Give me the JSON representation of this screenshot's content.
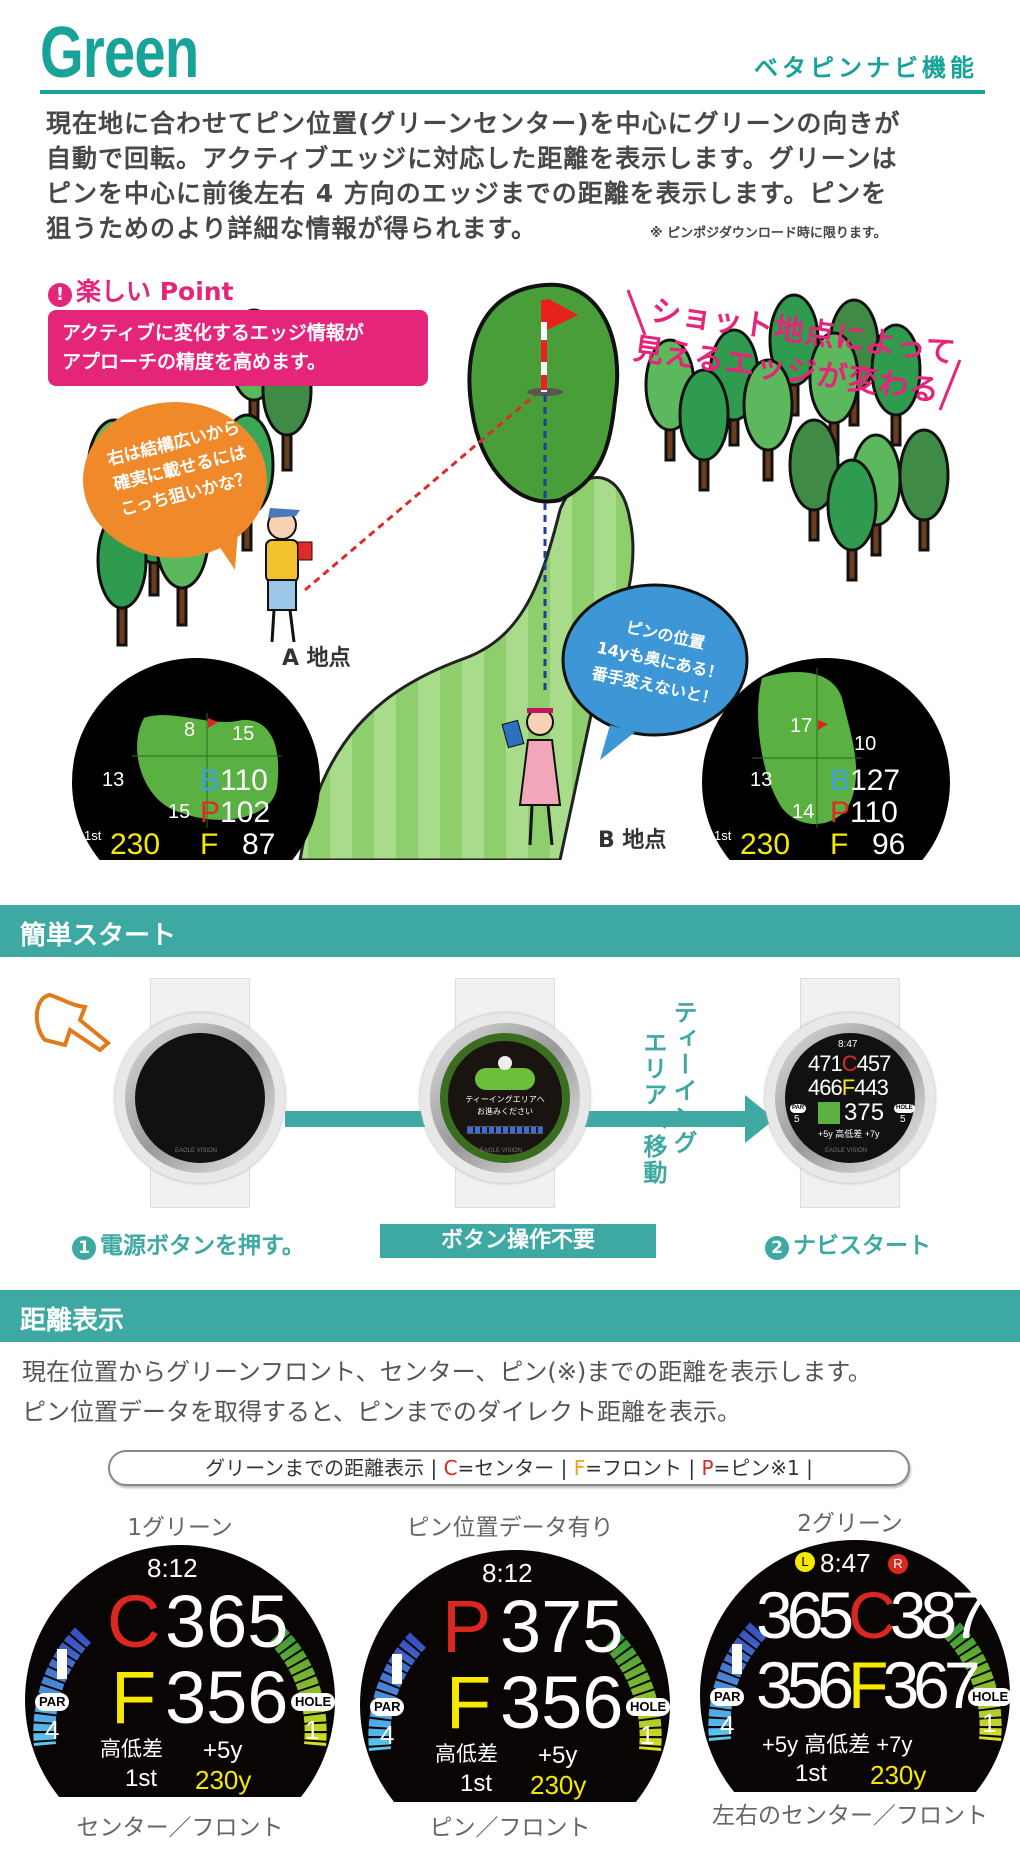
{
  "header": {
    "title": "Green",
    "subtitle": "ベタピンナビ機能"
  },
  "intro": {
    "lines": [
      "現在地に合わせてピン位置(グリーンセンター)を中心にグリーンの向きが",
      "自動で回転。アクティブエッジに対応した距離を表示します。グリーンは",
      "ピンを中心に前後左右 4 方向のエッジまでの距離を表示します。ピンを",
      "狙うためのより詳細な情報が得られます。"
    ],
    "note": "※ ピンポジダウンロード時に限ります。"
  },
  "point": {
    "icon": "!",
    "title": "楽しい Point",
    "box_lines": [
      "アクティブに変化するエッジ情報が",
      "アプローチの精度を高めます。"
    ]
  },
  "slogan": {
    "lines": [
      "ショット地点によって",
      "見えるエッジが変わる"
    ]
  },
  "bubbles": {
    "a": [
      "右は結構広いから",
      "確実に載せるには",
      "こっち狙いかな？"
    ],
    "b": [
      "ピンの位置",
      "14yも奥にある！",
      "番手変えないと！"
    ]
  },
  "spots": {
    "a": "A 地点",
    "b": "B 地点"
  },
  "mini_a": {
    "top": "8",
    "top_right": "15",
    "left": "13",
    "bottom": "15",
    "b_label": "B",
    "b_val": "110",
    "p_label": "P",
    "p_val": "102",
    "shot_prefix": "1st",
    "shot": "230",
    "f_label": "F",
    "f_val": "87"
  },
  "mini_b": {
    "top": "17",
    "right": "10",
    "left": "13",
    "bottom": "14",
    "b_label": "B",
    "b_val": "127",
    "p_label": "P",
    "p_val": "110",
    "shot_prefix": "1st",
    "shot": "230",
    "f_label": "F",
    "f_val": "96"
  },
  "quickstart": {
    "title": "簡単スタート",
    "brand": "EAGLE VISION",
    "tee_screen": [
      "ティーイングエリアへ",
      "お進みください"
    ],
    "nav_screen": {
      "time": "8:47",
      "row1": [
        "471",
        "C",
        "457"
      ],
      "row2": [
        "466",
        "F",
        "443"
      ],
      "par_label": "PAR",
      "par": "5",
      "center": "375",
      "hole_label": "HOLE",
      "hole": "5",
      "elev": "+5y 高低差 +7y"
    },
    "move_text": [
      "ティーイング",
      "エリアへ移動"
    ],
    "step1_num": "1",
    "step1": "電源ボタンを押す。",
    "middle": "ボタン操作不要",
    "step2_num": "2",
    "step2": "ナビスタート"
  },
  "distance": {
    "title": "距離表示",
    "lines": [
      "現在位置からグリーンフロント、センター、ピン(※)までの距離を表示します。",
      "ピン位置データを取得すると、ピンまでのダイレクト距離を表示。"
    ],
    "legend": {
      "lead": "グリーンまでの距離表示 | ",
      "c": "C",
      "c_text": "=センター | ",
      "f": "F",
      "f_text": "=フロント | ",
      "p": "P",
      "p_text": "=ピン※1 |"
    },
    "displays": [
      {
        "heading": "1グリーン",
        "time": "8:12",
        "l1": "C",
        "v1": "365",
        "l2": "F",
        "v2": "356",
        "par_label": "PAR",
        "par": "4",
        "hole_label": "HOLE",
        "hole": "1",
        "elev_label": "高低差",
        "elev": "+5y",
        "shot_label": "1st",
        "shot": "230y",
        "caption": "センター／フロント"
      },
      {
        "heading": "ピン位置データ有り",
        "time": "8:12",
        "l1": "P",
        "v1": "375",
        "l2": "F",
        "v2": "356",
        "par_label": "PAR",
        "par": "4",
        "hole_label": "HOLE",
        "hole": "1",
        "elev_label": "高低差",
        "elev": "+5y",
        "shot_label": "1st",
        "shot": "230y",
        "caption": "ピン／フロント"
      },
      {
        "heading": "2グリーン",
        "time": "8:47",
        "left_badge": "L",
        "right_badge": "R",
        "r1": [
          "365",
          "C",
          "387"
        ],
        "r2": [
          "356",
          "F",
          "367"
        ],
        "par_label": "PAR",
        "par": "4",
        "hole_label": "HOLE",
        "hole": "1",
        "elev": "+5y 高低差 +7y",
        "shot_label": "1st",
        "shot": "230y",
        "caption": "左右のセンター／フロント"
      }
    ]
  },
  "colors": {
    "teal": "#17a398",
    "section": "#3ea8a2",
    "pink": "#e5257a",
    "orange": "#f0892a",
    "blue_bubble": "#3d97d6",
    "red": "#d8281f",
    "yellow": "#f5e900"
  }
}
